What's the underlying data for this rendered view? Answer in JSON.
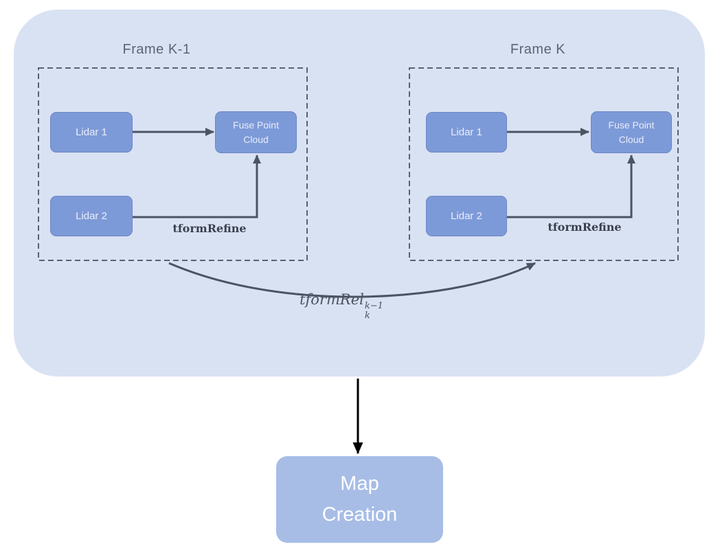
{
  "diagram": {
    "frames": [
      {
        "title": "Frame K-1",
        "nodes": {
          "lidar1": "Lidar 1",
          "lidar2": "Lidar 2",
          "fuse": "Fuse Point Cloud"
        },
        "edge_label": "tformRefine"
      },
      {
        "title": "Frame K",
        "nodes": {
          "lidar1": "Lidar 1",
          "lidar2": "Lidar 2",
          "fuse": "Fuse Point Cloud"
        },
        "edge_label": "tformRefine"
      }
    ],
    "relative_transform_label": {
      "base": "tformRel",
      "superscript": "k−1",
      "subscript": "k"
    },
    "map_node_label": "Map Creation",
    "edges": [
      {
        "frame": "Frame K-1",
        "from": "Lidar 1",
        "to": "Fuse Point Cloud",
        "label": ""
      },
      {
        "frame": "Frame K-1",
        "from": "Lidar 2",
        "to": "Fuse Point Cloud",
        "label": "tformRefine"
      },
      {
        "frame": "Frame K",
        "from": "Lidar 1",
        "to": "Fuse Point Cloud",
        "label": ""
      },
      {
        "frame": "Frame K",
        "from": "Lidar 2",
        "to": "Fuse Point Cloud",
        "label": "tformRefine"
      },
      {
        "frame": "",
        "from": "Frame K-1",
        "to": "Frame K",
        "label": "tformRel k-1 k"
      },
      {
        "frame": "",
        "from": "registration container",
        "to": "Map Creation",
        "label": ""
      }
    ],
    "colors": {
      "container_bg": "#d9e2f3",
      "node_fill": "#7d9ad8",
      "node_border": "#6d86c3",
      "node_text": "#e9edf8",
      "map_node_fill": "#a7bde6",
      "map_node_text": "#ffffff",
      "arrow_gray": "#4b5462",
      "arrow_black": "#000000",
      "dashed_border": "#59616f",
      "title_text": "#5c6472",
      "label_text": "#3a414e"
    }
  }
}
